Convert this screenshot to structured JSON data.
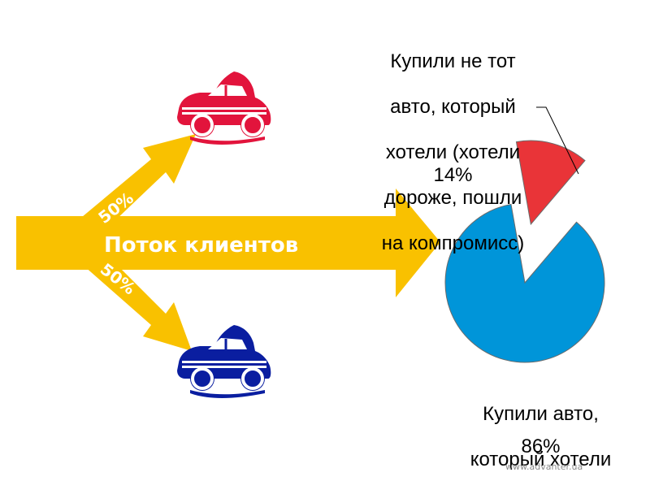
{
  "flow": {
    "main_label": "Поток клиентов",
    "split_up_label": "50%",
    "split_down_label": "50%",
    "arrow_color": "#F9C100",
    "car_top_color": "#E2143C",
    "car_bottom_color": "#0A1EA0"
  },
  "chart_data": {
    "type": "pie",
    "slices": [
      {
        "label": "Купили не тот авто, который хотели (хотели дороже, пошли на компромисс)",
        "value": 14,
        "value_label": "14%",
        "color": "#E93438",
        "exploded": true
      },
      {
        "label": "Купили авто, который хотели",
        "value": 86,
        "value_label": "86%",
        "color": "#0095D9",
        "exploded": false
      }
    ]
  },
  "labels": {
    "red_line1": "Купили не тот",
    "red_line2": "авто, который",
    "red_line3": "хотели (хотели",
    "red_line4": "дороже, пошли",
    "red_line5": "на компромисс)",
    "blue_line1": "Купили авто,",
    "blue_line2": "который хотели"
  },
  "watermark": "www.advanter.ua"
}
